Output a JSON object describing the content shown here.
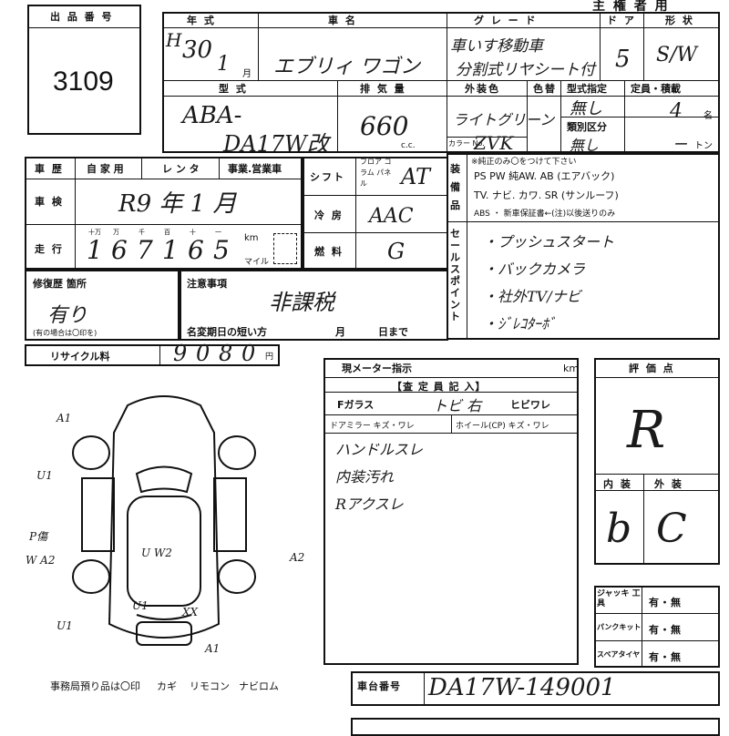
{
  "header": {
    "title": "主 権 者 用"
  },
  "lot": {
    "label": "出 品 番 号",
    "number": "3109"
  },
  "vehicle": {
    "year_label": "年 式",
    "year_era": "H",
    "year": "30",
    "month": "1",
    "month_unit": "月",
    "name_label": "車 名",
    "name": "エブリィ ワゴン",
    "grade_label": "グ レ ー ド",
    "grade_line1": "車いす移動車",
    "grade_line2": "分割式リヤシート付",
    "door_label": "ド ア",
    "doors": "5",
    "body_label": "形 状",
    "body": "S/W",
    "type_label": "型 式",
    "type_line1": "ABA-",
    "type_line2": "DA17W改",
    "displacement_label": "排 気 量",
    "displacement": "660",
    "displacement_unit": "c.c.",
    "color_label": "外装色",
    "color": "ライトグリーン",
    "color_no_label": "カラー No.",
    "color_no": "ZVK",
    "paint_label": "色替",
    "type_designation_label": "型式指定",
    "type_designation": "無し",
    "class_label": "類別区分",
    "class": "無し",
    "capacity_label": "定員・積載",
    "capacity": "4",
    "capacity_unit": "名",
    "load": "ー",
    "load_unit": "トン"
  },
  "history": {
    "label": "車 歴",
    "options": [
      "自 家 用",
      "レ ン タ",
      "事業.営業車"
    ],
    "inspection_label": "車 検",
    "inspection": "R9 年 1 月",
    "mileage_label": "走 行",
    "mileage_units": [
      "十万",
      "万",
      "千",
      "百",
      "十",
      "一"
    ],
    "mileage_digits": [
      "1",
      "6",
      "7",
      "1",
      "6",
      "5"
    ],
    "km": "km",
    "mile": "マイル",
    "repair_label": "修復歴 箇所",
    "repair": "有り",
    "repair_note": "(有の場合は〇印を)",
    "recycle_label": "リサイクル料",
    "recycle_digits": [
      "9",
      "0",
      "8",
      "0"
    ],
    "yen": "円"
  },
  "spec": {
    "shift_label": "シフト",
    "shift_sub": "フロア コラム パネル",
    "shift": "AT",
    "ac_label": "冷 房",
    "ac": "AAC",
    "fuel_label": "燃 料",
    "fuel": "G"
  },
  "equipment": {
    "label": "装 備 品",
    "note": "※純正のみ〇をつけて下さい",
    "line1": "PS PW 純AW. AB (エアバック)",
    "line2": "TV. ナビ. カワ. SR (サンルーフ)",
    "line3": "ABS ・ 新車保証書←(注)以後送りのみ"
  },
  "sales_points": {
    "label": "セールスポイント",
    "items": [
      "・プッシュスタート",
      "・バックカメラ",
      "・社外TV/ナビ",
      "・ｼﾞﾚｺﾀｰﾎﾞ"
    ]
  },
  "notes": {
    "label": "注意事項",
    "value": "非課税",
    "name_change_label": "名変期日の短い方",
    "month": "月",
    "day": "日まで"
  },
  "meter": {
    "label": "現メーター指示",
    "unit": "km",
    "inspector_label": "【査 定 員 記 入】",
    "fglass_label": "Fガラス",
    "fglass": "トビ 右",
    "fglass_crack": "ヒビワレ",
    "mirror_label": "ドアミラー キズ・ワレ",
    "wheel_label": "ホイール(CP) キズ・ワレ",
    "remarks": [
      "ハンドルスレ",
      "内装汚れ",
      "Rアクスレ"
    ]
  },
  "diagram": {
    "marks": [
      "A1",
      "U1",
      "P傷",
      "W A2",
      "U W2",
      "U1",
      "XX",
      "A2",
      "U1",
      "A1"
    ]
  },
  "score": {
    "label": "評 価 点",
    "value": "R",
    "interior_label": "内 装",
    "exterior_label": "外 装",
    "interior": "b",
    "exterior": "C"
  },
  "accessories": {
    "jack_label": "ジャッキ 工 具",
    "puncture_label": "パンクキット",
    "spare_label": "スペアタイヤ",
    "option": "有・無"
  },
  "footer": {
    "office_note": "事務局預り品は〇印",
    "items": [
      "カギ",
      "リモコン",
      "ナビロム"
    ],
    "chassis_label": "車台番号",
    "chassis": "DA17W-149001"
  }
}
